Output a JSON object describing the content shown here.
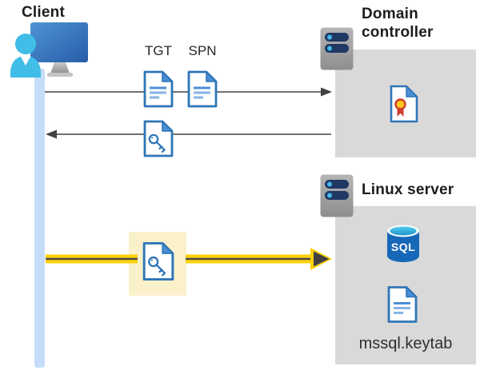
{
  "labels": {
    "client": "Client",
    "tgt": "TGT",
    "spn": "SPN",
    "domain_controller": "Domain controller",
    "linux_server": "Linux server",
    "sql": "SQL",
    "keytab_file": "mssql.keytab"
  },
  "colors": {
    "accent_yellow": "#FDD108",
    "arrow_gray": "#414141",
    "doc_border_blue": "#2E75B6",
    "doc_line_blue": "#4D8FD6",
    "box_gray": "#D9D9D9",
    "highlight_cream": "#FAF1CB",
    "lifeline_blue": "#C5DDF8",
    "sql_blue": "#1767B8",
    "server_navy": "#1F3864",
    "server_dot_cyan": "#45B8E8",
    "cert_ribbon_red": "#CE3B2C",
    "cert_ribbon_yellow": "#FFC81E",
    "person_cyan": "#41BEE8"
  }
}
